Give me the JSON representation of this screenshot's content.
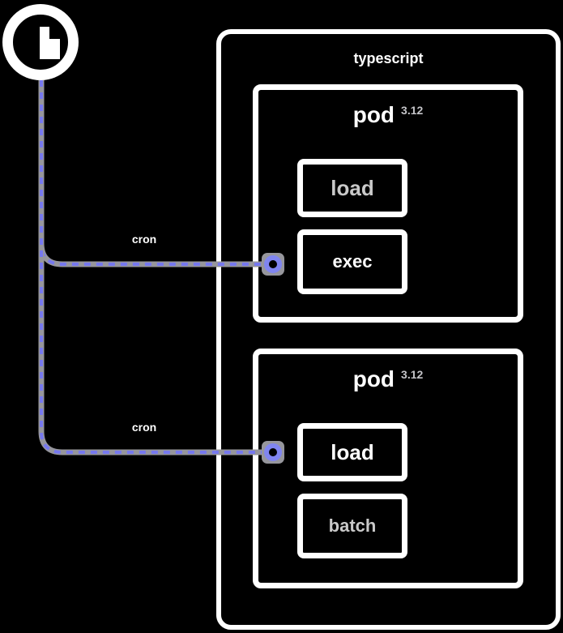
{
  "trigger_node": {
    "icon": "clock"
  },
  "edges": [
    {
      "label": "cron"
    },
    {
      "label": "cron"
    }
  ],
  "container": {
    "title": "typescript"
  },
  "boxes": [
    {
      "header": "pod",
      "badge": "3.12",
      "fields": [
        {
          "text": "load",
          "state": "muted"
        },
        {
          "text": "exec",
          "state": "active"
        }
      ]
    },
    {
      "header": "pod",
      "badge": "3.12",
      "fields": [
        {
          "text": "load",
          "state": "active"
        },
        {
          "text": "batch",
          "state": "muted"
        }
      ]
    }
  ],
  "colors": {
    "background": "#000000",
    "stroke": "#ffffff",
    "accent_indigo": "#7678ee",
    "handle_ring": "#8085f0",
    "edge_gray": "#96969c",
    "text_muted": "#c9c9c9",
    "badge_gray": "#c4c4c8"
  }
}
